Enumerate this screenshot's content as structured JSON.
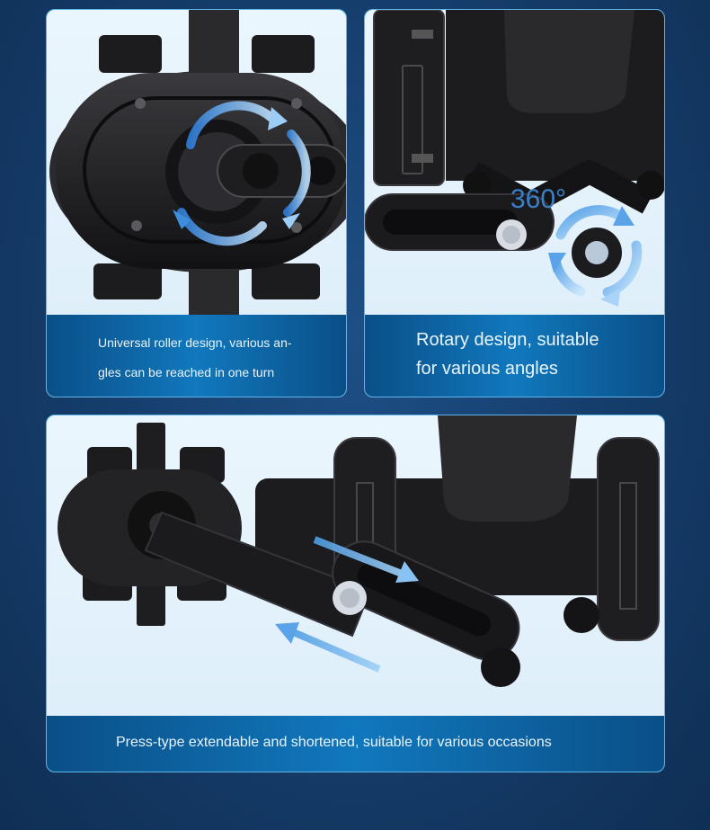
{
  "panels": [
    {
      "caption": "Universal roller design, various an-gles can be reached in one turn",
      "caption_lines": [
        "Universal roller design, various an-",
        "gles can be reached in one turn"
      ],
      "icon": "rotate-arrows-icon"
    },
    {
      "caption_lines": [
        "Rotary design, suitable",
        "for various angles"
      ],
      "badge": "360°",
      "icon": "rotate-arrows-icon"
    },
    {
      "caption": "Press-type extendable and shortened, suitable for various occasions",
      "icon": "extend-arrows-icon"
    }
  ],
  "colors": {
    "background": "#163f6e",
    "panel_bg": "#eaf6fd",
    "panel_border": "#5fb3e6",
    "caption_bar": "#0a4f87",
    "caption_text": "#eaf4fb",
    "arrow": "#6aafe6",
    "device": "#1c1c1e"
  }
}
